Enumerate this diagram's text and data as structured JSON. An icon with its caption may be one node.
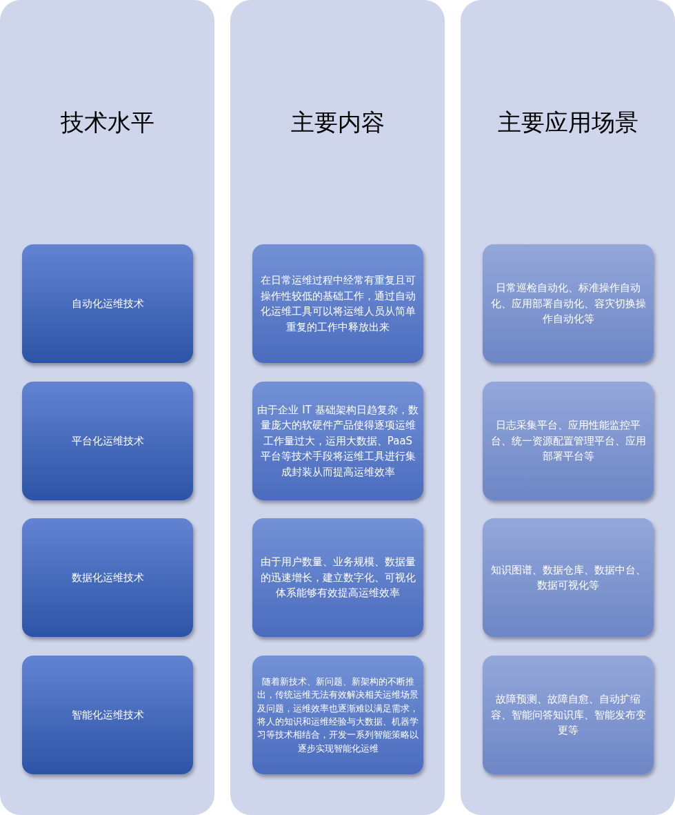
{
  "diagram": {
    "nodes": [
      {
        "text": [
          "技术水平"
        ]
      },
      {
        "text": [
          "自动化运维技术"
        ],
        "in": 0
      },
      {
        "text": [
          "平台化运维技术"
        ],
        "in": 0
      },
      {
        "text": [
          "数据化运维技术"
        ],
        "in": 0
      },
      {
        "text": [
          "智能化运维技术"
        ],
        "in": 0
      },
      {
        "text": [
          "主要内容"
        ]
      },
      {
        "text": [
          "在日常运维过程中经常有重复且可操作性较低的基础工作，通过自动化运维工具可以将运维人员从简单重复的工作中释放出来"
        ],
        "in": 5
      },
      {
        "text": [
          "由于企业 IT 基础架构日趋复杂，数量庞大的软硬件产品使得逐项运维工作量过大，运用大数据、PaaS 平台等技术手段将运维工具进行集成封装从而提高运维效率"
        ],
        "in": 5
      },
      {
        "text": [
          "由于用户数量、业务规模、数据量的迅速增长，建立数字化、可视化体系能够有效提高运维效率"
        ],
        "in": 5
      },
      {
        "text": [
          "随着新技术、新问题、新架构的不断推出，传统运维无法有效解决相关运维场景及问题，运维效率也逐渐难以满足需求，将人的知识和运维经验与大数据、机器学习等技术相结合，开发一系列智能策略以逐步实现智能化运维"
        ],
        "in": 5
      },
      {
        "text": [
          "主要应用场景"
        ]
      },
      {
        "text": [
          "日常巡检自动化、标准操作自动化、应用部署自动化、容灾切换操作自动化等"
        ],
        "in": 10
      },
      {
        "text": [
          "日志采集平台、应用性能监控平台、统一资源配置管理平台、应用部署平台等"
        ],
        "in": 10
      },
      {
        "text": [
          "知识图谱、数据仓库、数据中台、数据可视化等"
        ],
        "in": 10
      },
      {
        "text": [
          "故障预测、故障自愈、自动扩缩容、智能问答知识库、智能发布变更等"
        ],
        "in": 10
      }
    ]
  }
}
